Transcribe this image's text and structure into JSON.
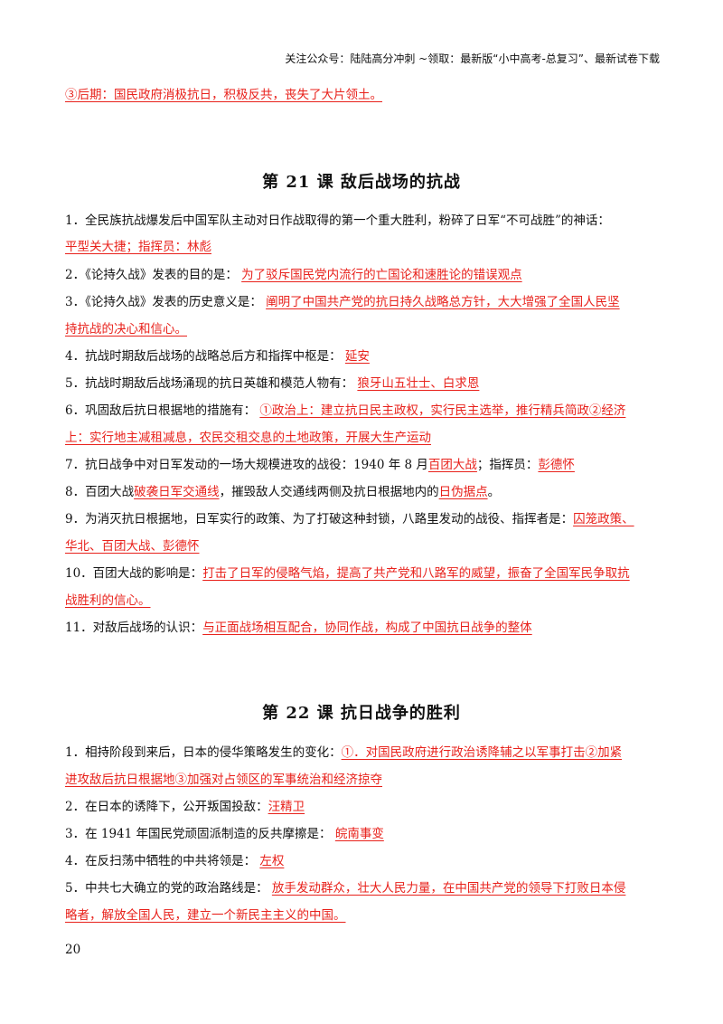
{
  "header_note": "关注公众号：陆陆高分冲刺  ~领取：最新版“小中高考-总复习”、最新试卷下载",
  "prev_item": "③后期：国民政府消极抗日，积极反共，丧失了大片领土。",
  "lesson21": {
    "title": "第 21 课  敌后战场的抗战",
    "q1_text": "1．全民族抗战爆发后中国军队主动对日作战取得的第一个重大胜利，粉碎了日军“不可战胜”的神话：",
    "q1_ans": "平型关大捷；指挥员：林彪",
    "q2_text": "2．《论持久战》发表的目的是：",
    "q2_ans": "为了驳斥国民党内流行的亡国论和速胜论的错误观点",
    "q3_text": "3．《论持久战》发表的历史意义是：",
    "q3_ans_a": "阐明了中国共产党的抗日持久战略总方针，大大增强了全国人民坚",
    "q3_ans_b": "持抗战的决心和信心。",
    "q4_text": "4．抗战时期敌后战场的战略总后方和指挥中枢是：",
    "q4_ans": "延安",
    "q5_text": "5．抗战时期敌后战场涌现的抗日英雄和模范人物有：",
    "q5_ans": "狼牙山五壮士、白求恩",
    "q6_text": "6．巩固敌后抗日根据地的措施有：",
    "q6_ans_a": "①政治上：建立抗日民主政权，实行民主选举，推行精兵简政②经济",
    "q6_ans_b": "上：实行地主减租减息，农民交租交息的土地政策，开展大生产运动",
    "q7_text_a": "7．抗日战争中对日军发动的一场大规模进攻的战役：1940 年 8 月",
    "q7_ans_a": "百团大战",
    "q7_text_b": "；指挥员：",
    "q7_ans_b": "彭德怀",
    "q8_text_a": "8．百团大战",
    "q8_ans_a": "破袭日军交通线",
    "q8_text_b": "，摧毁敌人交通线两侧及抗日根据地内的",
    "q8_ans_b": "日伪据点",
    "q8_text_c": "。",
    "q9_text": "9．为消灭抗日根据地，日军实行的政策、为了打破这种封锁，八路里发动的战役、指挥者是：",
    "q9_ans_a": "囚笼政策、",
    "q9_ans_b": "华北、百团大战、彭德怀",
    "q10_text": "10．百团大战的影响是：",
    "q10_ans_a": "打击了日军的侵略气焰，提高了共产党和八路军的威望，振奋了全国军民争取抗",
    "q10_ans_b": "战胜利的信心。",
    "q11_text": "11．对敌后战场的认识：",
    "q11_ans": "与正面战场相互配合，协同作战，构成了中国抗日战争的整体"
  },
  "lesson22": {
    "title": "第 22 课  抗日战争的胜利",
    "q1_text": "1．相持阶段到来后，日本的侵华策略发生的变化：",
    "q1_ans_a": "①．对国民政府进行政治诱降辅之以军事打击②加紧",
    "q1_ans_b": "进攻敌后抗日根据地③加强对占领区的军事统治和经济掠夺",
    "q2_text": "2．在日本的诱降下，公开叛国投敌：",
    "q2_ans": "汪精卫",
    "q3_text": "3．在 1941 年国民党顽固派制造的反共摩擦是：",
    "q3_ans": "皖南事变",
    "q4_text": "4．在反扫荡中牺牲的中共将领是：",
    "q4_ans": "左权",
    "q5_text": "5．中共七大确立的党的政治路线是：",
    "q5_ans_a": "放手发动群众，壮大人民力量，在中国共产党的领导下打败日本侵",
    "q5_ans_b": "略者，解放全国人民，建立一个新民主主义的中国。"
  },
  "page_number": "20",
  "colors": {
    "answer": "#e8211b",
    "text": "#111111"
  }
}
